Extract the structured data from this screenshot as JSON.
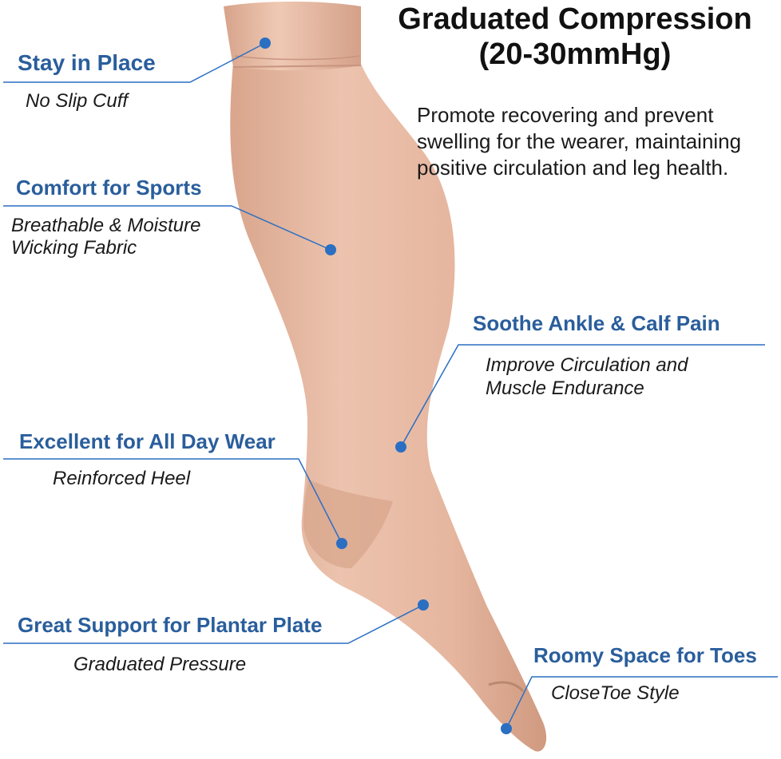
{
  "colors": {
    "accent": "#2a6fc2",
    "heading": "#2a5e9c",
    "sock": "#e7b9a2",
    "sock_shade": "#d29d85"
  },
  "header": {
    "title_line1": "Graduated Compression",
    "title_line2": "(20-30mmHg)",
    "description_line1": "Promote recovering and prevent",
    "description_line2": "swelling for the wearer, maintaining",
    "description_line3": "positive circulation and leg health."
  },
  "callouts": {
    "stay": {
      "heading": "Stay in Place",
      "sub1": "No Slip Cuff"
    },
    "comfort": {
      "heading": "Comfort for Sports",
      "sub1": "Breathable & Moisture",
      "sub2": "Wicking Fabric"
    },
    "soothe": {
      "heading": "Soothe Ankle & Calf Pain",
      "sub1": "Improve Circulation and",
      "sub2": "Muscle Endurance"
    },
    "allday": {
      "heading": "Excellent for All Day Wear",
      "sub1": "Reinforced Heel"
    },
    "plantar": {
      "heading": "Great Support for Plantar Plate",
      "sub1": "Graduated Pressure"
    },
    "toes": {
      "heading": "Roomy Space for Toes",
      "sub1": "CloseToe Style"
    }
  }
}
